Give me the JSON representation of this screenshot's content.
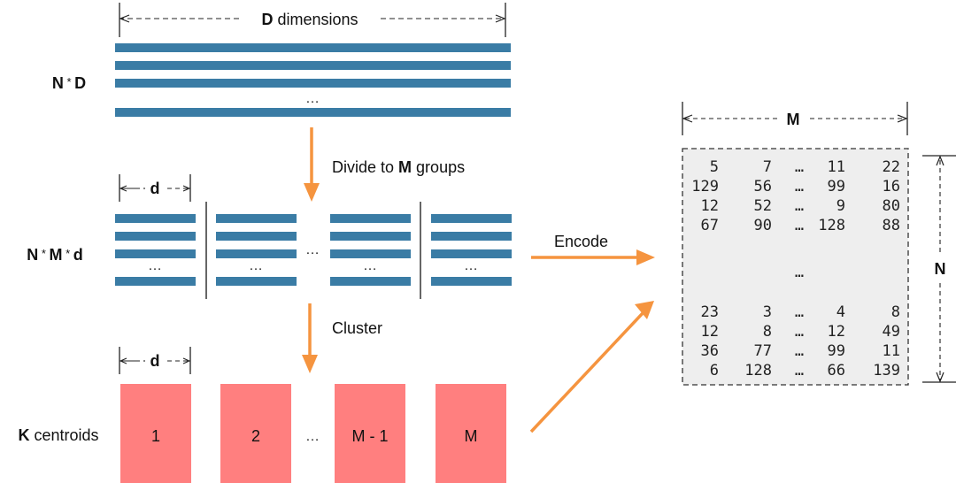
{
  "colors": {
    "bar": "#3a7ca5",
    "centroid": "#ff7f7f",
    "arrow": "#f5943f",
    "matrix_bg": "#eeeeee",
    "line": "#222222"
  },
  "top": {
    "row_label": {
      "bold1": "N",
      "sep": " * ",
      "bold2": "D"
    },
    "dimension_label": {
      "bold": "D",
      "rest": " dimensions"
    },
    "ellipsis": "…"
  },
  "divide_step": {
    "label": {
      "pre": "Divide to ",
      "bold": "M",
      "post": " groups"
    }
  },
  "groups": {
    "row_label": {
      "b1": "N",
      "s1": " * ",
      "b2": "M",
      "s2": " * ",
      "b3": "d"
    },
    "sub_dimension_label": "d",
    "ellipsis": "…",
    "group_count_shown": 4
  },
  "cluster_step": {
    "label": "Cluster"
  },
  "centroids": {
    "row_label": {
      "bold": "K",
      "rest": " centroids"
    },
    "sub_dimension_label": "d",
    "boxes": [
      "1",
      "2",
      "M - 1",
      "M"
    ],
    "ellipsis": "…"
  },
  "encode_step": {
    "label": "Encode"
  },
  "matrix": {
    "width_label": "M",
    "height_label": "N",
    "top_rows": [
      [
        "5",
        "7",
        "…",
        "11",
        "22"
      ],
      [
        "129",
        "56",
        "…",
        "99",
        "16"
      ],
      [
        "12",
        "52",
        "…",
        "9",
        "80"
      ],
      [
        "67",
        "90",
        "…",
        "128",
        "88"
      ]
    ],
    "middle_ellipsis": "…",
    "bottom_rows": [
      [
        "23",
        "3",
        "…",
        "4",
        "8"
      ],
      [
        "12",
        "8",
        "…",
        "12",
        "49"
      ],
      [
        "36",
        "77",
        "…",
        "99",
        "11"
      ],
      [
        "6",
        "128",
        "…",
        "66",
        "139"
      ]
    ]
  }
}
